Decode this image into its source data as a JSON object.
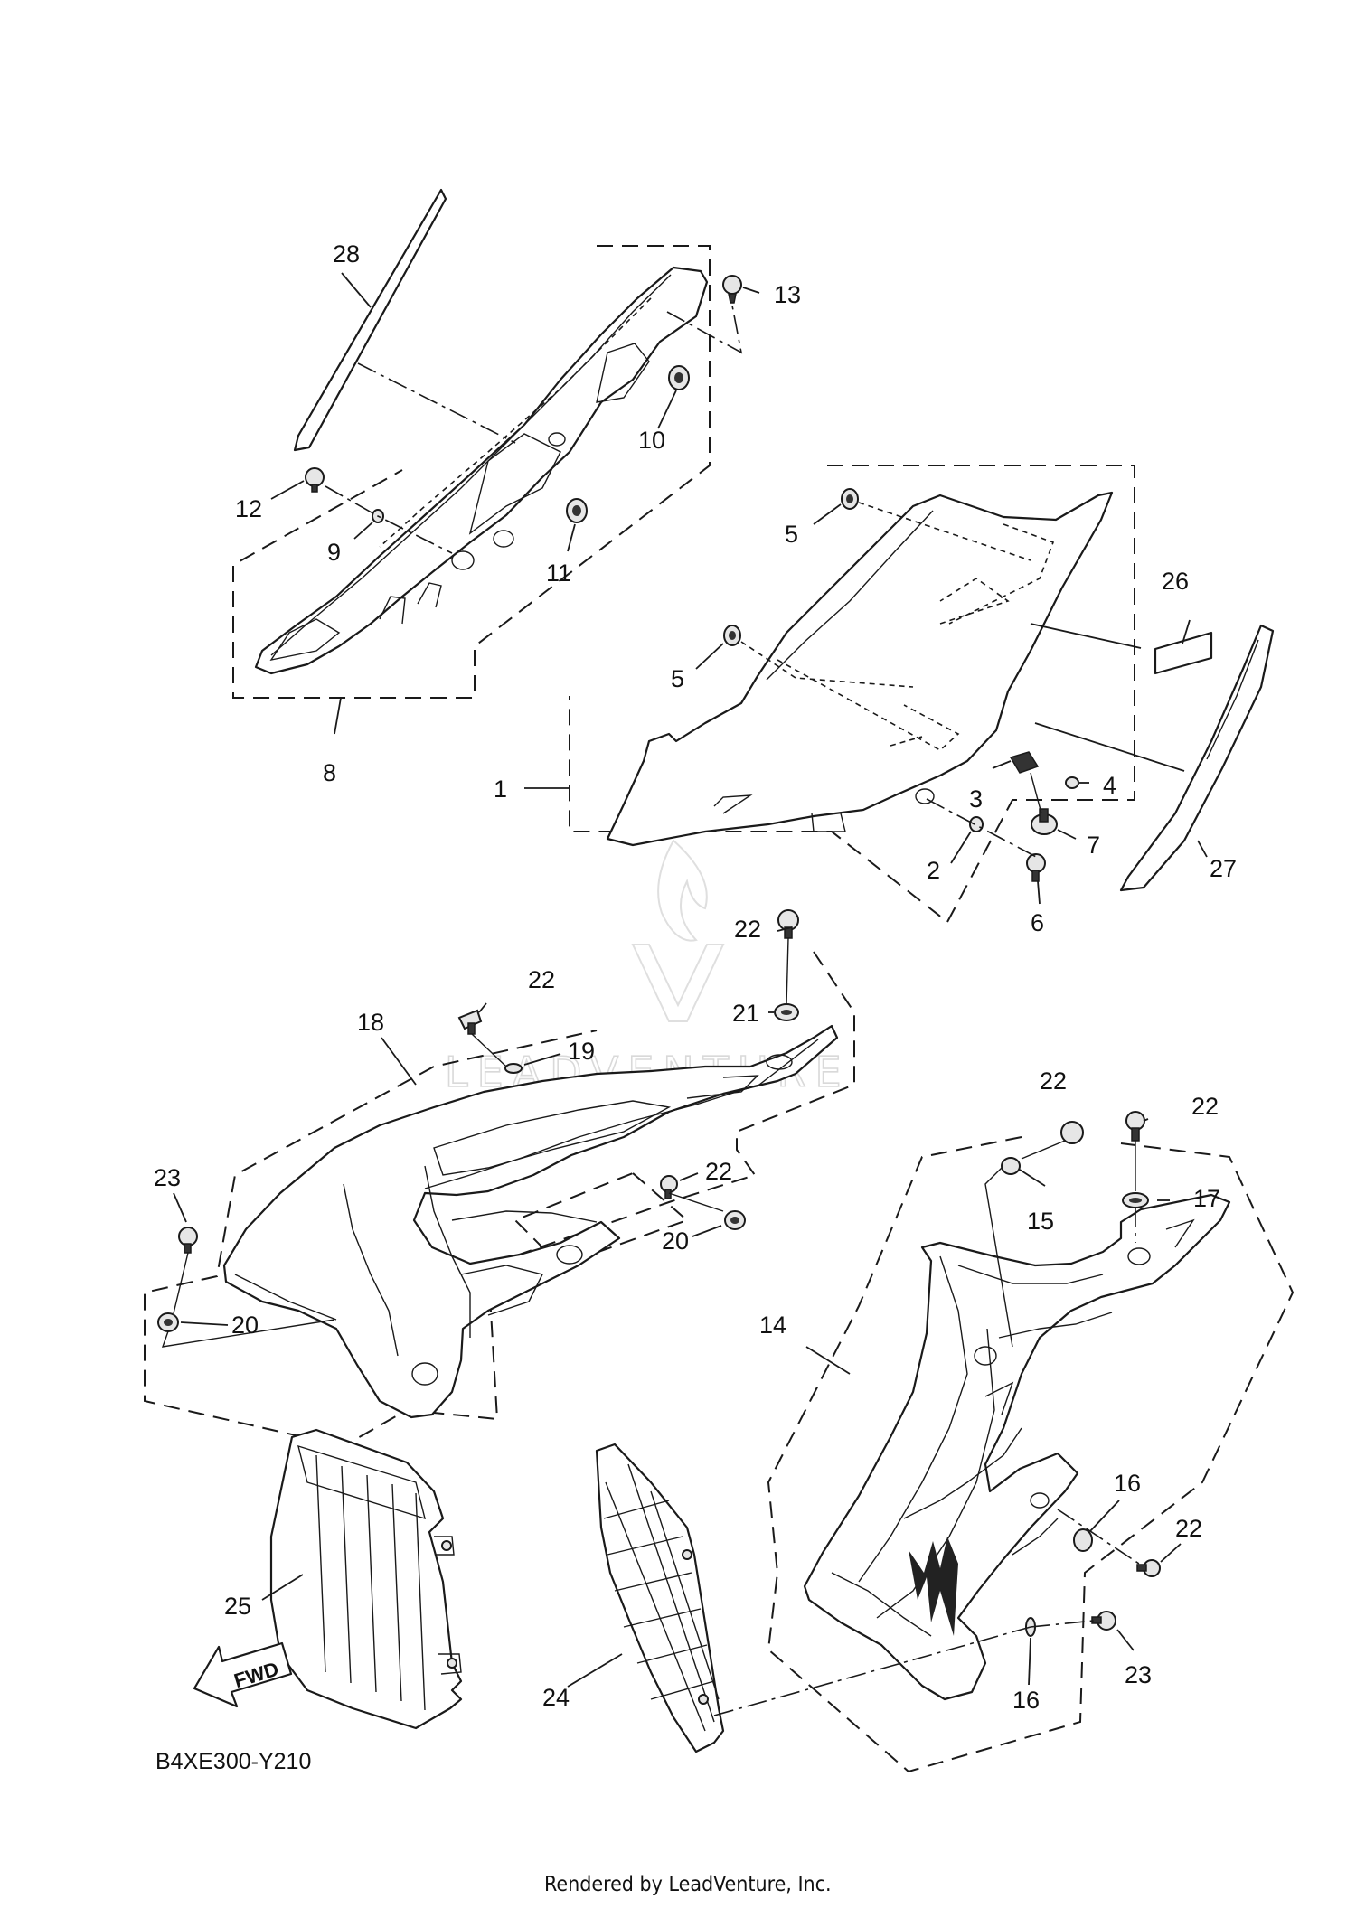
{
  "diagram_code": "B4XE300-Y210",
  "footer": "Rendered by LeadVenture, Inc.",
  "watermark": "LEADVENTURE",
  "fwd_label": "FWD",
  "callouts": [
    {
      "id": "c28",
      "label": "28"
    },
    {
      "id": "c13",
      "label": "13"
    },
    {
      "id": "c10",
      "label": "10"
    },
    {
      "id": "c12",
      "label": "12"
    },
    {
      "id": "c9",
      "label": "9"
    },
    {
      "id": "c11",
      "label": "11"
    },
    {
      "id": "c8",
      "label": "8"
    },
    {
      "id": "c5a",
      "label": "5"
    },
    {
      "id": "c5b",
      "label": "5"
    },
    {
      "id": "c26",
      "label": "26"
    },
    {
      "id": "c1",
      "label": "1"
    },
    {
      "id": "c3",
      "label": "3"
    },
    {
      "id": "c4",
      "label": "4"
    },
    {
      "id": "c7",
      "label": "7"
    },
    {
      "id": "c2",
      "label": "2"
    },
    {
      "id": "c6",
      "label": "6"
    },
    {
      "id": "c27",
      "label": "27"
    },
    {
      "id": "c22a",
      "label": "22"
    },
    {
      "id": "c22b",
      "label": "22"
    },
    {
      "id": "c21",
      "label": "21"
    },
    {
      "id": "c18",
      "label": "18"
    },
    {
      "id": "c19",
      "label": "19"
    },
    {
      "id": "c22c",
      "label": "22"
    },
    {
      "id": "c22d",
      "label": "22"
    },
    {
      "id": "c23a",
      "label": "23"
    },
    {
      "id": "c22e",
      "label": "22"
    },
    {
      "id": "c17",
      "label": "17"
    },
    {
      "id": "c15",
      "label": "15"
    },
    {
      "id": "c20a",
      "label": "20"
    },
    {
      "id": "c20b",
      "label": "20"
    },
    {
      "id": "c14",
      "label": "14"
    },
    {
      "id": "c16a",
      "label": "16"
    },
    {
      "id": "c22f",
      "label": "22"
    },
    {
      "id": "c25",
      "label": "25"
    },
    {
      "id": "c24",
      "label": "24"
    },
    {
      "id": "c23b",
      "label": "23"
    },
    {
      "id": "c16b",
      "label": "16"
    }
  ]
}
